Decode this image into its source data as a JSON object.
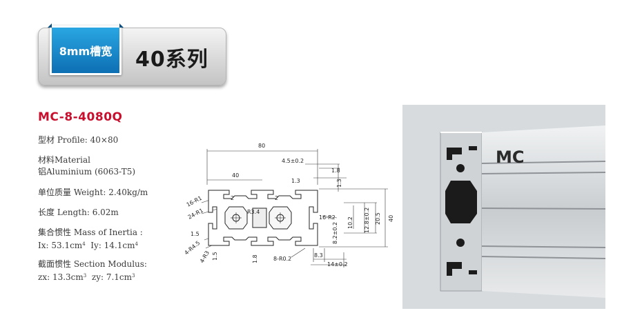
{
  "banner": {
    "badge": "8mm槽宽",
    "title": "40系列"
  },
  "product": {
    "model": "MC-8-4080Q",
    "profile": "型材 Profile: 40×80",
    "material_label": "材料Material",
    "material_value": "铝Aluminium (6063-T5)",
    "weight": "单位质量 Weight: 2.40kg/m",
    "length": "长度 Length: 6.02m",
    "inertia_label": "集合惯性 Mass of Inertia :",
    "inertia_x": "Ix: 53.1cm",
    "inertia_x_sup": "4",
    "inertia_y": "Iy: 14.1cm",
    "inertia_y_sup": "4",
    "modulus_label": "截面惯性 Section Modulus:",
    "modulus_x": "zx: 13.3cm",
    "modulus_x_sup": "3",
    "modulus_y": "zy: 7.1cm",
    "modulus_y_sup": "3"
  },
  "drawing": {
    "dim_width": "80",
    "dim_half": "40",
    "dim_slot_open": "4.5±0.2",
    "dim_1_8_top": "1.8",
    "dim_1_3_a": "1.3",
    "dim_1_3_b": "1.3",
    "dim_16_r1": "16-R1",
    "dim_24_r1": "24-R1",
    "dim_r3_4": "R3.4",
    "dim_2_a": "2",
    "dim_2_b": "2",
    "dim_16_r2": "16-R2",
    "dim_1_5_a": "1.5",
    "dim_1_5_b": "1.5",
    "dim_4_r4_5": "4-R4.5",
    "dim_4_r3": "4-R3",
    "dim_1_8_bottom": "1.8",
    "dim_8_r0_2": "8-R0.2",
    "dim_8_3": "8.3",
    "dim_14": "14±0.2",
    "dim_10_2": "10.2",
    "dim_12_8": "12.8±0.2",
    "dim_20_5": "20.5",
    "dim_8_2": "8.2±0.2",
    "dim_height": "40"
  },
  "photo": {
    "brand": "MC"
  }
}
